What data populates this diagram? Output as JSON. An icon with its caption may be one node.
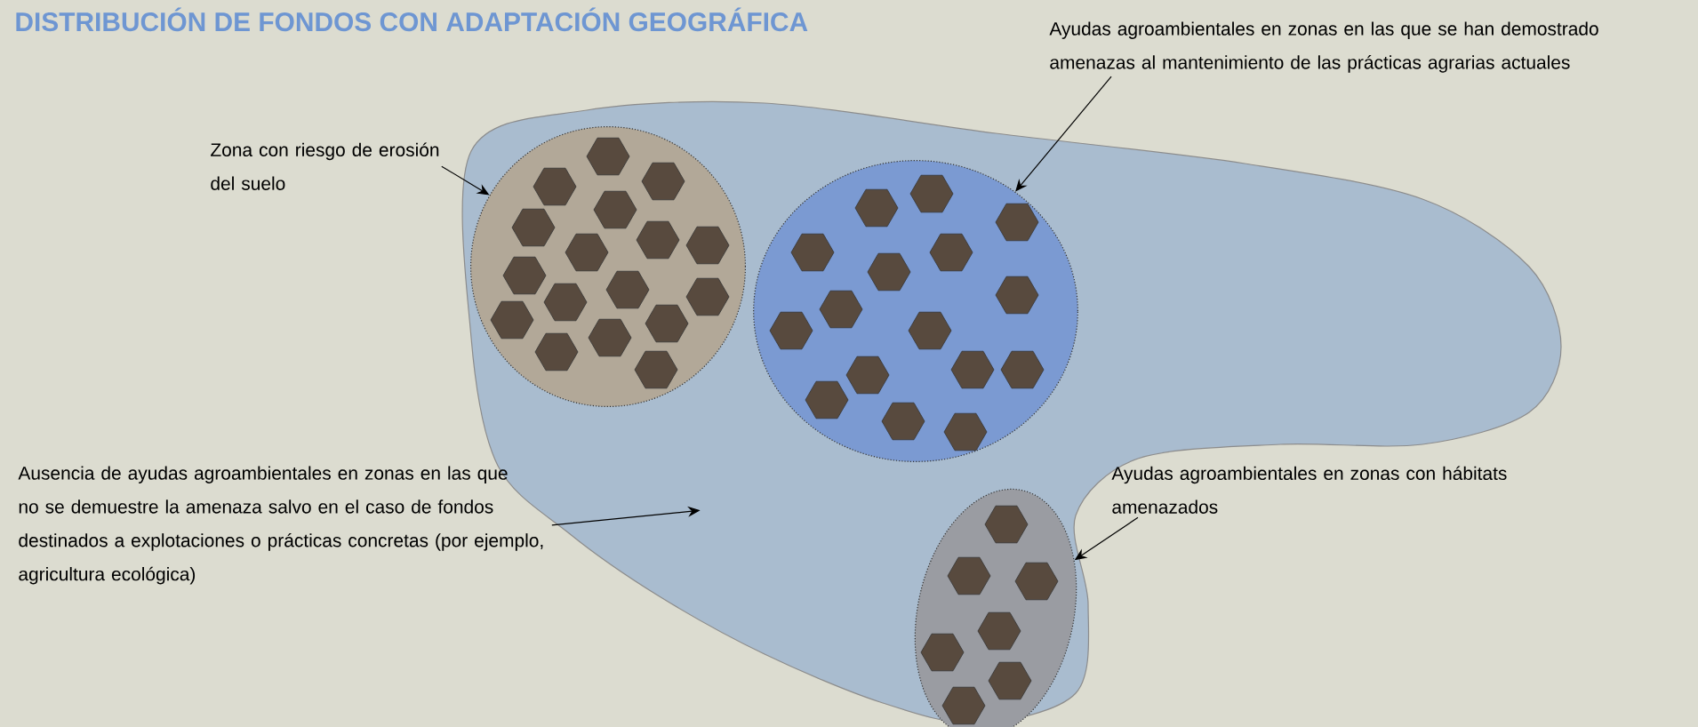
{
  "diagram": {
    "title": "DISTRIBUCIÓN DE FONDOS CON ADAPTACIÓN GEOGRÁFICA",
    "nodes": [
      {
        "text": [],
        "shape": "blob"
      },
      {
        "text": [],
        "shape": "circle",
        "in": 0
      },
      {
        "text": [],
        "shape": "circle",
        "in": 0
      },
      {
        "text": [],
        "shape": "ellipse",
        "in": 0
      },
      {
        "text": [
          "Zona con riesgo de erosión del suelo"
        ]
      },
      {
        "text": [
          "Ayudas agroambientales en zonas en las que se han demostrado amenazas al mantenimiento de las prácticas agrarias actuales"
        ]
      },
      {
        "text": [
          "Ausencia de ayudas agroambientales en zonas en las que no se demuestre la amenaza salvo en el caso de fondos destinados a explotaciones o prácticas concretas (por ejemplo, agricultura ecológica)"
        ]
      },
      {
        "text": [
          "Ayudas agroambientales en zonas con hábitats amenazados"
        ]
      }
    ],
    "edges": [
      {
        "from": 4,
        "to": 1,
        "arrow": "to"
      },
      {
        "from": 5,
        "to": 2,
        "arrow": "to"
      },
      {
        "from": 6,
        "to": 0,
        "arrow": "to"
      },
      {
        "from": 7,
        "to": 3,
        "arrow": "to"
      }
    ]
  }
}
